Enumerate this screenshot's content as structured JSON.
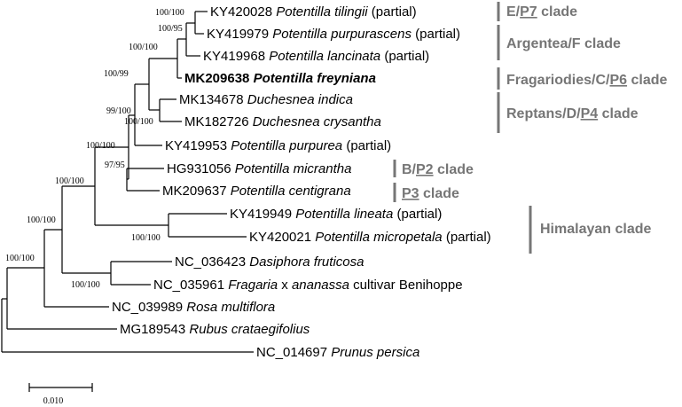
{
  "tree": {
    "taxa": [
      {
        "acc": "KY420028",
        "name": "Potentilla tilingii",
        "suffix": " (partial)",
        "bold": false
      },
      {
        "acc": "KY419979",
        "name": "Potentilla purpurascens",
        "suffix": " (partial)",
        "bold": false
      },
      {
        "acc": "KY419968",
        "name": "Potentilla lancinata",
        "suffix": " (partial)",
        "bold": false
      },
      {
        "acc": "MK209638",
        "name": "Potentilla freyniana",
        "suffix": "",
        "bold": true
      },
      {
        "acc": "MK134678",
        "name": "Duchesnea indica",
        "suffix": "",
        "bold": false
      },
      {
        "acc": "MK182726",
        "name": "Duchesnea crysantha",
        "suffix": "",
        "bold": false
      },
      {
        "acc": "KY419953",
        "name": "Potentilla purpurea",
        "suffix": " (partial)",
        "bold": false
      },
      {
        "acc": "HG931056",
        "name": "Potentilla micrantha",
        "suffix": "",
        "bold": false
      },
      {
        "acc": "MK209637",
        "name": "Potentilla centigrana",
        "suffix": "",
        "bold": false
      },
      {
        "acc": "KY419949",
        "name": "Potentilla lineata",
        "suffix": " (partial)",
        "bold": false
      },
      {
        "acc": "KY420021",
        "name": "Potentilla micropetala",
        "suffix": " (partial)",
        "bold": false
      },
      {
        "acc": "NC_036423",
        "name": "Dasiphora fruticosa",
        "suffix": "",
        "bold": false
      },
      {
        "acc": "NC_035961",
        "name": "Fragaria",
        "suffix": "",
        "bold": false,
        "extra": [
          {
            "t": " x ",
            "i": false
          },
          {
            "t": "ananassa",
            "i": true
          },
          {
            "t": " cultivar Benihoppe",
            "i": false
          }
        ]
      },
      {
        "acc": "NC_039989",
        "name": "Rosa multiflora",
        "suffix": "",
        "bold": false
      },
      {
        "acc": "MG189543",
        "name": "Rubus crataegifolius",
        "suffix": "",
        "bold": false
      },
      {
        "acc": "NC_014697",
        "name": "Prunus persica",
        "suffix": "",
        "bold": false
      }
    ],
    "support": [
      "100/100",
      "100/95",
      "100/100",
      "100/99",
      "99/100",
      "100/100",
      "100/100",
      "97/95",
      "100/100",
      "100/100",
      "100/100",
      "100/100",
      "100/100",
      "100/100"
    ],
    "clades": [
      {
        "parts": [
          {
            "t": "E/",
            "u": false
          },
          {
            "t": "P7",
            "u": true
          },
          {
            "t": " clade",
            "u": false
          }
        ]
      },
      {
        "parts": [
          {
            "t": "Argentea/F clade",
            "u": false
          }
        ]
      },
      {
        "parts": [
          {
            "t": "Fragariodies/C/",
            "u": false
          },
          {
            "t": "P6",
            "u": true
          },
          {
            "t": " clade",
            "u": false
          }
        ]
      },
      {
        "parts": [
          {
            "t": "Reptans/D/",
            "u": false
          },
          {
            "t": "P4",
            "u": true
          },
          {
            "t": " clade",
            "u": false
          }
        ]
      },
      {
        "parts": [
          {
            "t": "B/",
            "u": false
          },
          {
            "t": "P2",
            "u": true
          },
          {
            "t": " clade",
            "u": false
          }
        ]
      },
      {
        "parts": [
          {
            "t": "P3",
            "u": true
          },
          {
            "t": " clade",
            "u": false
          }
        ]
      },
      {
        "parts": [
          {
            "t": "Himalayan clade",
            "u": false
          }
        ]
      }
    ],
    "scale_label": "0.010"
  }
}
